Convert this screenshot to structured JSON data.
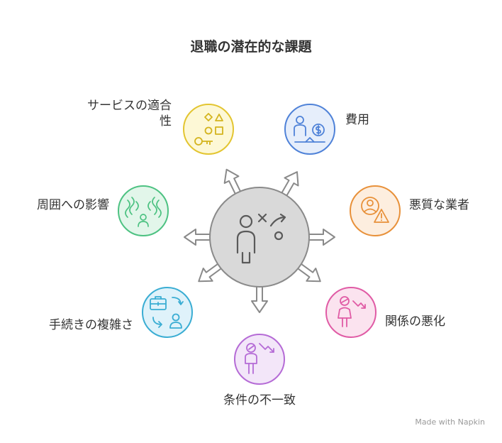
{
  "title": "退職の潜在的な課題",
  "watermark": "Made with  Napkin",
  "center": {
    "icon": "decision-person-icon"
  },
  "items": [
    {
      "label_line1": "サービスの適合",
      "label_line2": "性",
      "icon": "shapes-key-icon",
      "color": "#E3C530",
      "fill": "#FDF8D6"
    },
    {
      "label": "費用",
      "icon": "person-money-scale-icon",
      "color": "#4F82D8",
      "fill": "#E6EEFB"
    },
    {
      "label": "悪質な業者",
      "icon": "person-warning-icon",
      "color": "#E8913A",
      "fill": "#FDEEDF"
    },
    {
      "label": "関係の悪化",
      "icon": "person-declining-icon",
      "color": "#E05BA5",
      "fill": "#FBE3EF"
    },
    {
      "label": "条件の不一致",
      "icon": "person-down-trend-icon",
      "color": "#B56BD6",
      "fill": "#F3E6F9"
    },
    {
      "label": "手続きの複雑さ",
      "icon": "briefcase-exchange-icon",
      "color": "#3AADD3",
      "fill": "#DFF2FA"
    },
    {
      "label": "周囲への影響",
      "icon": "person-ripple-icon",
      "color": "#4DC282",
      "fill": "#E2F6EA"
    }
  ]
}
